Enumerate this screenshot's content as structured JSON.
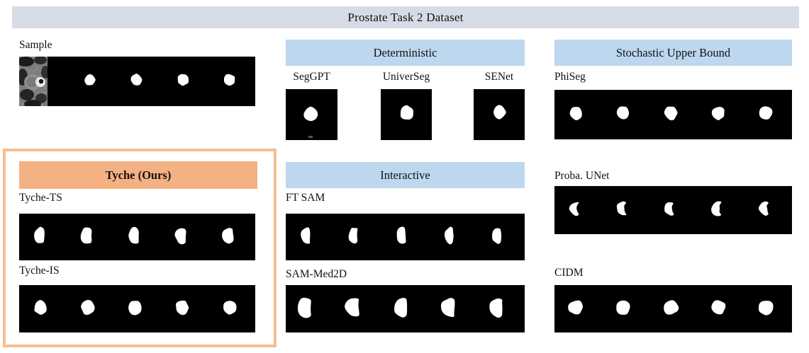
{
  "banner": {
    "title": "Prostate Task 2 Dataset"
  },
  "colors": {
    "banner_bg": "#d6dce5",
    "category_header_bg": "#bdd7ee",
    "tyche_header_bg": "#f4b183",
    "tyche_border": "#f6bd92",
    "strip_bg": "#000000",
    "mask_color": "#ffffff",
    "text_color": "#111111"
  },
  "sample": {
    "label": "Sample",
    "mask_count": 4
  },
  "groups": {
    "deterministic": {
      "header": "Deterministic",
      "methods": [
        {
          "label": "SegGPT",
          "mask_count": 1
        },
        {
          "label": "UniverSeg",
          "mask_count": 1
        },
        {
          "label": "SENet",
          "mask_count": 1
        }
      ]
    },
    "stochastic": {
      "header": "Stochastic Upper Bound",
      "methods": [
        {
          "label": "PhiSeg",
          "mask_count": 5
        },
        {
          "label": "Proba. UNet",
          "mask_count": 5
        },
        {
          "label": "CIDM",
          "mask_count": 5
        }
      ]
    },
    "tyche": {
      "header": "Tyche (Ours)",
      "methods": [
        {
          "label": "Tyche-TS",
          "mask_count": 5
        },
        {
          "label": "Tyche-IS",
          "mask_count": 5
        }
      ]
    },
    "interactive": {
      "header": "Interactive",
      "methods": [
        {
          "label": "FT SAM",
          "mask_count": 5
        },
        {
          "label": "SAM-Med2D",
          "mask_count": 5
        }
      ]
    }
  }
}
